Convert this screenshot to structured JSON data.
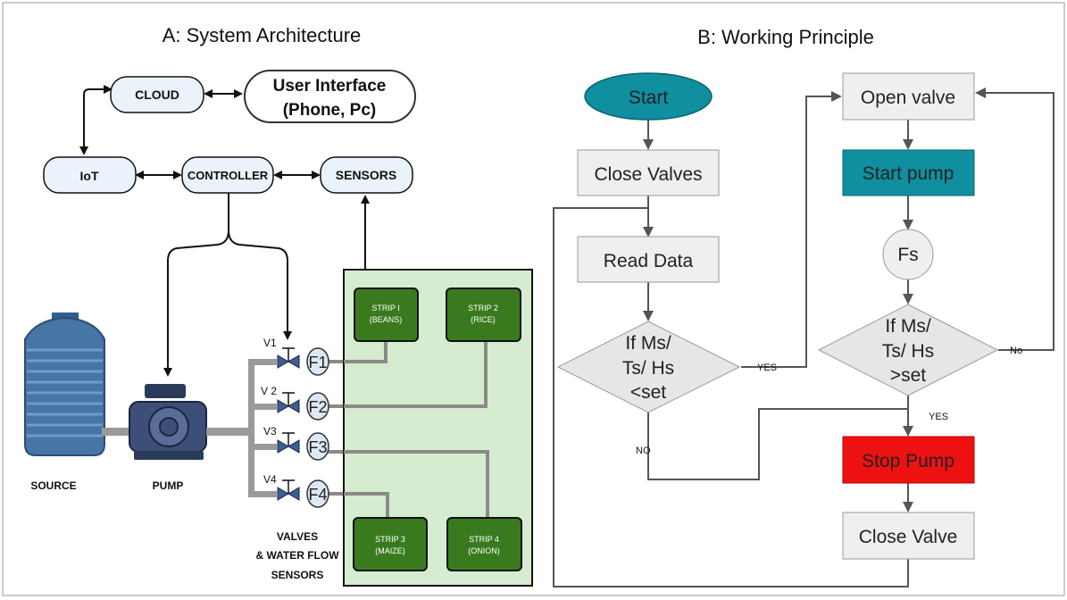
{
  "panel_a": {
    "title": "A: System Architecture",
    "cloud": "CLOUD",
    "ui_line1": "User Interface",
    "ui_line2": "(Phone, Pc)",
    "iot": "IoT",
    "controller": "CONTROLLER",
    "sensors": "SENSORS",
    "source": "SOURCE",
    "pump": "PUMP",
    "valves_line1": "VALVES",
    "valves_line2": "& WATER FLOW",
    "valves_line3": "SENSORS",
    "valves": [
      "V1",
      "V 2",
      "V3",
      "V4"
    ],
    "flow_sensors": [
      "F1",
      "F2",
      "F3",
      "F4"
    ],
    "strips": [
      {
        "name": "STRIP I",
        "crop": "(BEANS)"
      },
      {
        "name": "STRIP 2",
        "crop": "(RICE)"
      },
      {
        "name": "STRIP 3",
        "crop": "(MAIZE)"
      },
      {
        "name": "STRIP 4",
        "crop": "(ONION)"
      }
    ],
    "colors": {
      "strip_fill": "#3a7a1f",
      "field_fill": "#d6ecd0",
      "tank": "#3f6d98"
    }
  },
  "panel_b": {
    "title": "B: Working Principle",
    "start": "Start",
    "close_valves": "Close Valves",
    "read_data": "Read Data",
    "cond1_line1": "If Ms/",
    "cond1_line2": "Ts/ Hs",
    "cond1_line3": "<set",
    "yes1": "YES",
    "no1": "NO",
    "open_valve": "Open valve",
    "start_pump": "Start pump",
    "fs": "Fs",
    "cond2_line1": "If Ms/",
    "cond2_line2": "Ts/ Hs",
    "cond2_line3": ">set",
    "yes2": "YES",
    "no2": "No",
    "stop_pump": "Stop Pump",
    "close_valve": "Close Valve",
    "colors": {
      "teal": "#0f8f9f",
      "red": "#ee1111",
      "box": "#efefef"
    }
  }
}
